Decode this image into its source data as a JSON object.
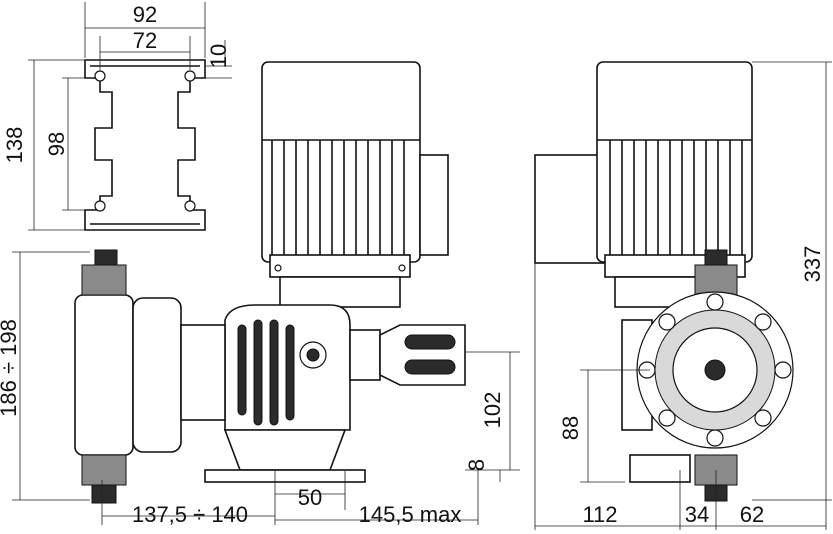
{
  "dimensions": {
    "bracket_width": "92",
    "bracket_inner_width": "72",
    "bracket_slot": "10",
    "bracket_height": "138",
    "bracket_inner_height": "98",
    "head_height_range": "186 ÷ 198",
    "depth_range": "137,5 ÷ 140",
    "base_width": "50",
    "length_max": "145,5 max",
    "outlet_height": "102",
    "base_thickness": "8",
    "total_height": "337",
    "side_inlet_height": "88",
    "side_depth": "112",
    "side_center": "34",
    "side_right": "62"
  }
}
